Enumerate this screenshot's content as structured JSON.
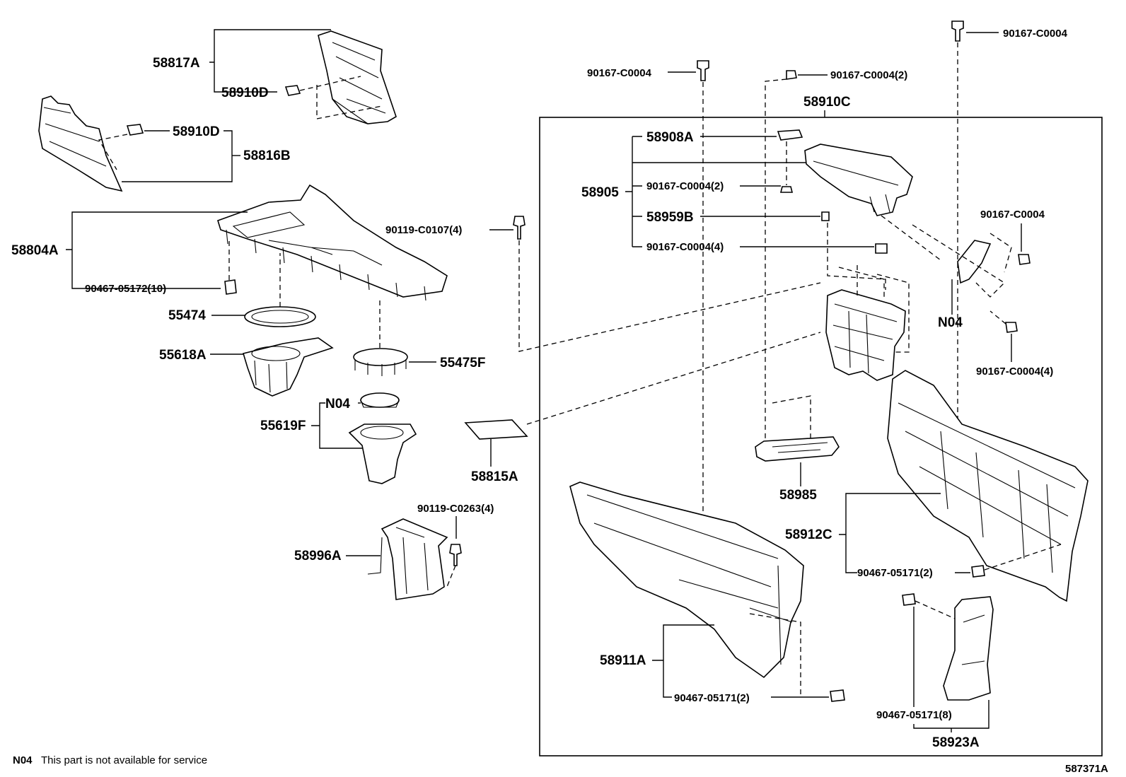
{
  "labels": {
    "p58817A": "58817A",
    "p58910D_top": "58910D",
    "p58910D_mid": "58910D",
    "p58816B": "58816B",
    "p58804A": "58804A",
    "p90467_05172": "90467-05172(10)",
    "p55474": "55474",
    "p55618A": "55618A",
    "p55475F": "55475F",
    "n04_left": "N04",
    "p55619F": "55619F",
    "p58815A": "58815A",
    "p90119_C0107": "90119-C0107(4)",
    "p90119_C0263": "90119-C0263(4)",
    "p58996A": "58996A",
    "p90167_top_left": "90167-C0004",
    "p90167_top_mid": "90167-C0004(2)",
    "p90167_top_right": "90167-C0004",
    "p58910C": "58910C",
    "p58908A": "58908A",
    "p58905": "58905",
    "p90167_c2": "90167-C0004(2)",
    "p58959B": "58959B",
    "p90167_c4": "90167-C0004(4)",
    "p90167_right": "90167-C0004",
    "n04_right": "N04",
    "p90167_right4": "90167-C0004(4)",
    "p58985": "58985",
    "p58912C": "58912C",
    "p90467_05171_a": "90467-05171(2)",
    "p58911A": "58911A",
    "p90467_05171_b": "90467-05171(2)",
    "p90467_05171_8": "90467-05171(8)",
    "p58923A": "58923A"
  },
  "footnote": {
    "code": "N04",
    "text": "This part is not available for service"
  },
  "figure_id": "587371A"
}
